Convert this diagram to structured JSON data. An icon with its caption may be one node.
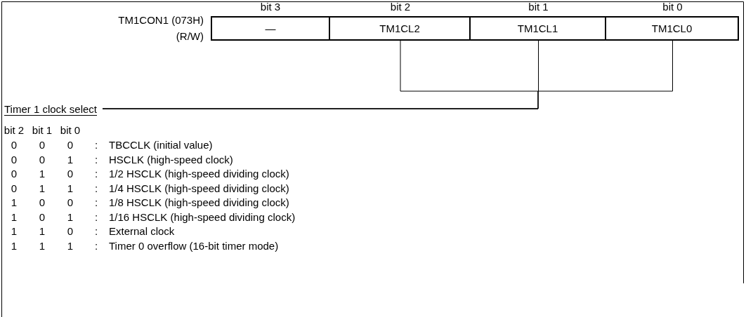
{
  "diagram": {
    "nodes": [
      {
        "text": [
          "—"
        ]
      },
      {
        "text": [
          "TM1CL2"
        ]
      },
      {
        "text": [
          "TM1CL1"
        ]
      },
      {
        "text": [
          "TM1CL0"
        ]
      },
      {
        "text": [
          "Timer 1 clock select"
        ]
      }
    ],
    "edges": [
      {
        "from": 1,
        "to": 4,
        "arrow": "none"
      },
      {
        "from": 2,
        "to": 4,
        "arrow": "none"
      },
      {
        "from": 3,
        "to": 4,
        "arrow": "none"
      }
    ],
    "labels": [
      "TM1CON1 (073H)",
      "(R/W)",
      "bit 3",
      "bit 2",
      "bit 1",
      "bit 0",
      "bit 2",
      "bit 1",
      "bit 0",
      "0",
      "0",
      "0",
      ":",
      "TBCCLK (initial value)",
      "0",
      "0",
      "1",
      ":",
      "HSCLK (high-speed clock)",
      "0",
      "1",
      "0",
      ":",
      "1/2 HSCLK (high-speed dividing clock)",
      "0",
      "1",
      "1",
      ":",
      "1/4 HSCLK (high-speed dividing clock)",
      "1",
      "0",
      "0",
      ":",
      "1/8 HSCLK (high-speed dividing clock)",
      "1",
      "0",
      "1",
      ":",
      "1/16 HSCLK (high-speed dividing clock)",
      "1",
      "1",
      "0",
      ":",
      "External clock",
      "1",
      "1",
      "1",
      ":",
      "Timer 0 overflow (16-bit timer mode)"
    ]
  }
}
